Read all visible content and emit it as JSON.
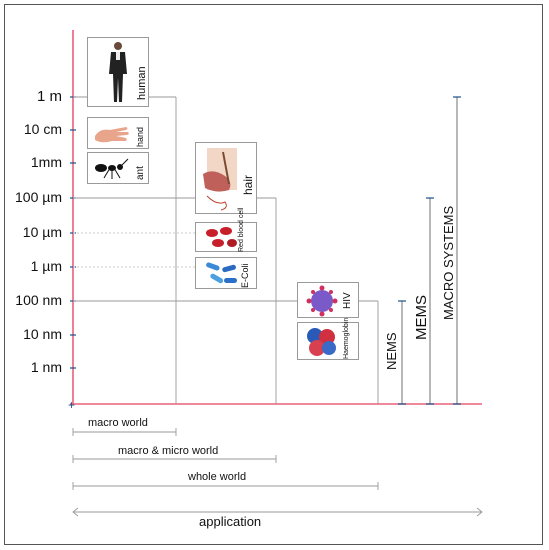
{
  "scale_labels": [
    "1 m",
    "10 cm",
    "1mm",
    "100 µm",
    "10 µm",
    "1 µm",
    "100 nm",
    "10 nm",
    "1 nm"
  ],
  "items": {
    "human": "human",
    "hand": "hand",
    "ant": "ant",
    "hair": "hair",
    "red_blood_cell": "Red blood cell",
    "ecoli": "E-Coli",
    "hiv": "HIV",
    "haemoglobin": "Haemoglobin"
  },
  "systems": {
    "nems": "NEMS",
    "mems": "MEMS",
    "macro": "MACRO SYSTEMS"
  },
  "ranges": {
    "macro_world": "macro world",
    "macro_micro_world": "macro & micro world",
    "whole_world": "whole world",
    "application": "application"
  },
  "colors": {
    "axis": "#e8607a",
    "tick": "#1a4f8a",
    "guide": "#999999"
  }
}
